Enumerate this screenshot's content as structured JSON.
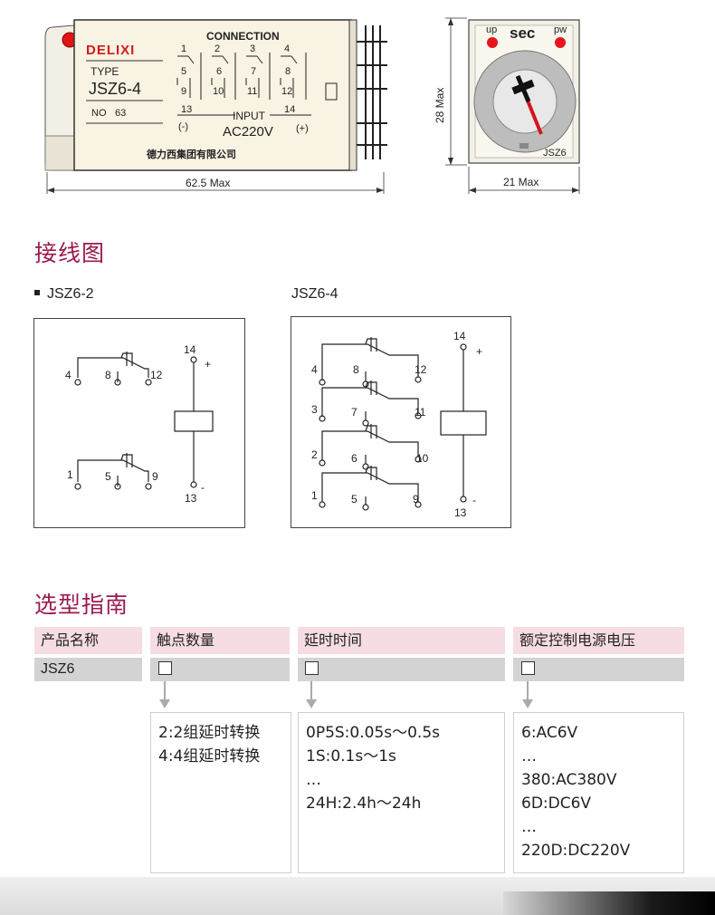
{
  "relay_front": {
    "brand": "DELIXI",
    "type_label": "TYPE",
    "model": "JSZ6-4",
    "no_label": "NO",
    "no_value": "63",
    "connection_label": "CONNECTION",
    "pins_top": [
      "1",
      "2",
      "3",
      "4"
    ],
    "pins_mid": [
      "5",
      "6",
      "7",
      "8"
    ],
    "pins_low": [
      "9",
      "10",
      "11",
      "12"
    ],
    "pin_left": "13",
    "pin_right": "14",
    "minus": "(-)",
    "plus": "(+)",
    "input_label": "INPUT",
    "voltage": "AC220V",
    "maker": "德力西集团有限公司",
    "width_dim": "62.5 Max"
  },
  "relay_side": {
    "up_label": "up",
    "sec_label": "sec",
    "pw_label": "pw",
    "model": "JSZ6",
    "height_dim": "28 Max",
    "width_dim": "21 Max",
    "led_color": "#e8141c"
  },
  "wiring": {
    "title": "接线图",
    "jsz62": {
      "label": "JSZ6-2",
      "pins": [
        "4",
        "8",
        "12",
        "1",
        "5",
        "9",
        "14",
        "13"
      ],
      "plus": "+",
      "minus": "-"
    },
    "jsz64": {
      "label": "JSZ6-4",
      "pins": [
        "4",
        "8",
        "12",
        "3",
        "7",
        "11",
        "2",
        "6",
        "10",
        "1",
        "5",
        "9",
        "14",
        "13"
      ],
      "plus": "+",
      "minus": "-"
    }
  },
  "selection": {
    "title": "选型指南",
    "headers": [
      "产品名称",
      "触点数量",
      "延时时间",
      "额定控制电源电压"
    ],
    "product": "JSZ6",
    "contacts_options": [
      "2:2组延时转换",
      "4:4组延时转换"
    ],
    "delay_options": [
      "0P5S:0.05s～0.5s",
      "1S:0.1s～1s",
      "…",
      "24H:2.4h～24h"
    ],
    "voltage_options": [
      "6:AC6V",
      "…",
      "380:AC380V",
      "6D:DC6V",
      "…",
      "220D:DC220V"
    ]
  },
  "colors": {
    "accent": "#9b1a4f",
    "header_bg": "#f6dde3",
    "value_bg": "#d3d3d3"
  }
}
